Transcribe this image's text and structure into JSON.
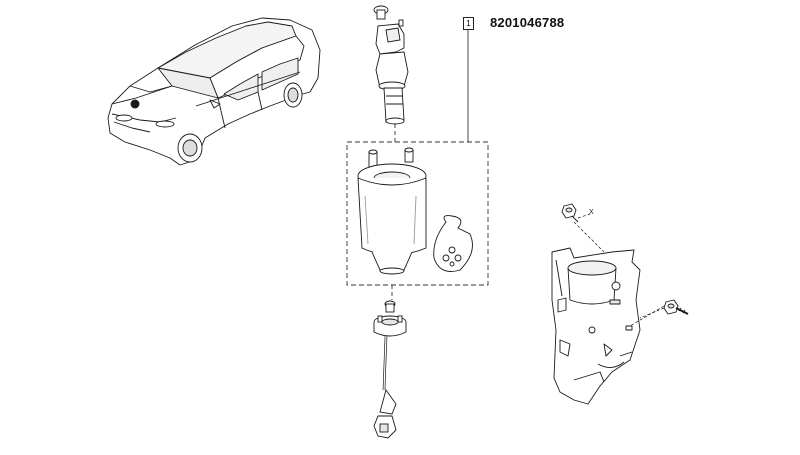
{
  "diagram": {
    "callout_number": "1",
    "part_number": "8201046788",
    "dimension_label": "X"
  },
  "icons": {
    "vehicle": "sedan-car-illustration",
    "top_part": "water-sensor-connector-icon",
    "main_part": "fuel-filter-cartridge-icon",
    "accessory": "o-ring-seal-icon",
    "bottom_part": "filter-drain-harness-icon",
    "bracket": "mounting-bracket-icon",
    "fasteners": "screw-icon"
  },
  "colors": {
    "line": "#1a1a1a",
    "dashed_frame": "#333333",
    "background": "#ffffff"
  }
}
